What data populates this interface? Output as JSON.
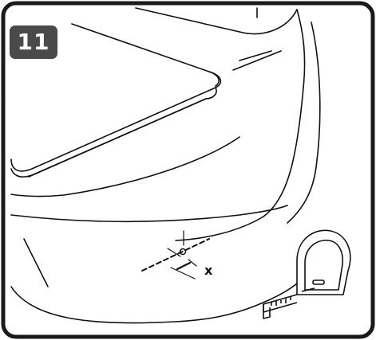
{
  "step": {
    "number": "11"
  },
  "diagram": {
    "dimension_label": "x",
    "icons": [
      "toilet-illustration",
      "tape-measure-icon",
      "crosshair-mark-icon"
    ]
  },
  "colors": {
    "badge": "#4a4a4a",
    "stroke": "#111111",
    "border": "#1a1a1a"
  }
}
